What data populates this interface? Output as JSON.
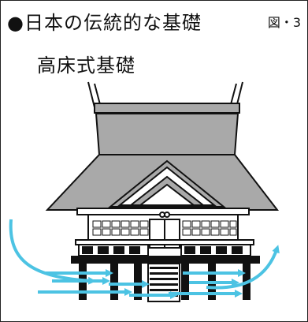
{
  "title": "●日本の伝統的な基礎",
  "figure_label": "図・3",
  "subtitle": "高床式基礎",
  "colors": {
    "roof_gray": "#a9a9a9",
    "airflow_blue": "#4cc3e3",
    "ink": "#111111"
  }
}
